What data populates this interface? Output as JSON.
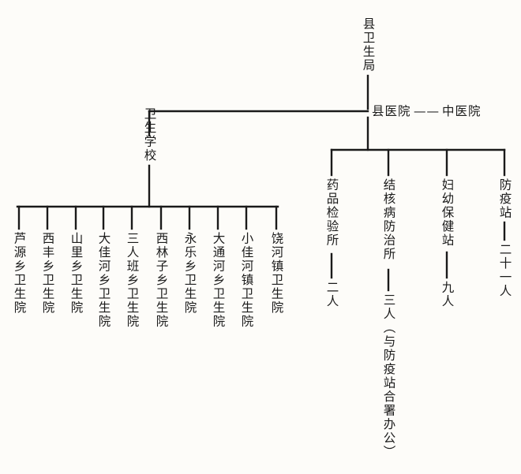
{
  "root": "县卫生局",
  "school": "卫生学校",
  "hospital": "县医院",
  "tcm_hospital": "中医院",
  "hospital_link": "——",
  "departments": [
    {
      "name": "药品检验所",
      "staff": "二人"
    },
    {
      "name": "结核病防治所",
      "staff": "三人（与防疫站合署办公）"
    },
    {
      "name": "妇幼保健站",
      "staff": "九人"
    },
    {
      "name": "防疫站",
      "staff": "二十一人"
    }
  ],
  "clinics": [
    "芦源乡卫生院",
    "西丰乡卫生院",
    "山里乡卫生院",
    "大佳河乡卫生院",
    "三人班乡卫生院",
    "西林子乡卫生院",
    "永乐乡卫生院",
    "大通河乡卫生院",
    "小佳河镇卫生院",
    "饶河镇卫生院"
  ]
}
